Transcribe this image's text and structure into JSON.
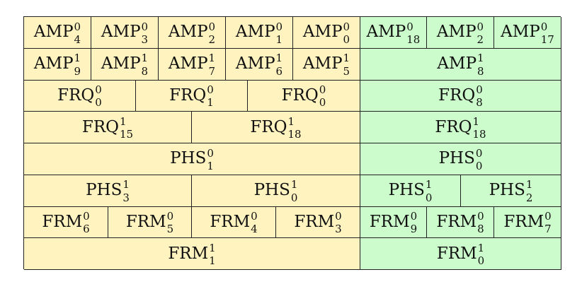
{
  "rows": [
    {
      "cells": [
        {
          "base": "AMP",
          "sup": "0",
          "sub": "4",
          "color": "yellow"
        },
        {
          "base": "AMP",
          "sup": "0",
          "sub": "3",
          "color": "yellow"
        },
        {
          "base": "AMP",
          "sup": "0",
          "sub": "2",
          "color": "yellow"
        },
        {
          "base": "AMP",
          "sup": "0",
          "sub": "1",
          "color": "yellow"
        },
        {
          "base": "AMP",
          "sup": "0",
          "sub": "0",
          "color": "yellow"
        },
        {
          "base": "AMP",
          "sup": "0",
          "sub": "18",
          "color": "green"
        },
        {
          "base": "AMP",
          "sup": "0",
          "sub": "2",
          "color": "green"
        },
        {
          "base": "AMP",
          "sup": "0",
          "sub": "17",
          "color": "green"
        }
      ]
    },
    {
      "cells": [
        {
          "base": "AMP",
          "sup": "1",
          "sub": "9",
          "color": "yellow"
        },
        {
          "base": "AMP",
          "sup": "1",
          "sub": "8",
          "color": "yellow"
        },
        {
          "base": "AMP",
          "sup": "1",
          "sub": "7",
          "color": "yellow"
        },
        {
          "base": "AMP",
          "sup": "1",
          "sub": "6",
          "color": "yellow"
        },
        {
          "base": "AMP",
          "sup": "1",
          "sub": "5",
          "color": "yellow"
        },
        {
          "base": "AMP",
          "sup": "1",
          "sub": "8",
          "color": "green"
        }
      ]
    },
    {
      "cells": [
        {
          "base": "FRQ",
          "sup": "0",
          "sub": "0",
          "color": "yellow"
        },
        {
          "base": "FRQ",
          "sup": "0",
          "sub": "1",
          "color": "yellow"
        },
        {
          "base": "FRQ",
          "sup": "0",
          "sub": "0",
          "color": "yellow"
        },
        {
          "base": "FRQ",
          "sup": "0",
          "sub": "8",
          "color": "green"
        }
      ]
    },
    {
      "cells": [
        {
          "base": "FRQ",
          "sup": "1",
          "sub": "15",
          "color": "yellow"
        },
        {
          "base": "FRQ",
          "sup": "1",
          "sub": "18",
          "color": "yellow"
        },
        {
          "base": "FRQ",
          "sup": "1",
          "sub": "18",
          "color": "green"
        }
      ]
    },
    {
      "cells": [
        {
          "base": "PHS",
          "sup": "0",
          "sub": "1",
          "color": "yellow"
        },
        {
          "base": "PHS",
          "sup": "0",
          "sub": "0",
          "color": "green"
        }
      ]
    },
    {
      "cells": [
        {
          "base": "PHS",
          "sup": "1",
          "sub": "3",
          "color": "yellow"
        },
        {
          "base": "PHS",
          "sup": "1",
          "sub": "0",
          "color": "yellow"
        },
        {
          "base": "PHS",
          "sup": "1",
          "sub": "0",
          "color": "green"
        },
        {
          "base": "PHS",
          "sup": "1",
          "sub": "2",
          "color": "green"
        }
      ]
    },
    {
      "cells": [
        {
          "base": "FRM",
          "sup": "0",
          "sub": "6",
          "color": "yellow"
        },
        {
          "base": "FRM",
          "sup": "0",
          "sub": "5",
          "color": "yellow"
        },
        {
          "base": "FRM",
          "sup": "0",
          "sub": "4",
          "color": "yellow"
        },
        {
          "base": "FRM",
          "sup": "0",
          "sub": "3",
          "color": "yellow"
        },
        {
          "base": "FRM",
          "sup": "0",
          "sub": "9",
          "color": "green"
        },
        {
          "base": "FRM",
          "sup": "0",
          "sub": "8",
          "color": "green"
        },
        {
          "base": "FRM",
          "sup": "0",
          "sub": "7",
          "color": "green"
        }
      ]
    },
    {
      "cells": [
        {
          "base": "FRM",
          "sup": "1",
          "sub": "1",
          "color": "yellow"
        },
        {
          "base": "FRM",
          "sup": "1",
          "sub": "0",
          "color": "green"
        }
      ]
    }
  ],
  "colors": {
    "yellow": "#fff3c0",
    "green": "#ccfccc",
    "border": "#222222"
  }
}
